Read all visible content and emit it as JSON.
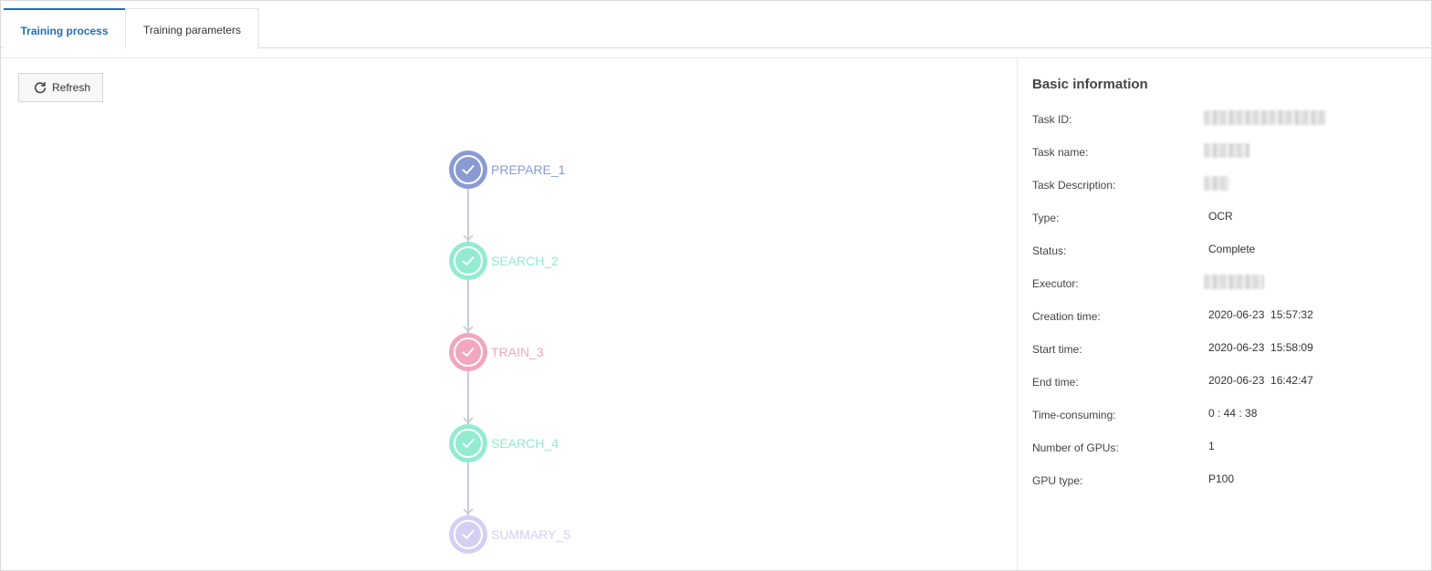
{
  "tabs": [
    {
      "label": "Training process",
      "active": true
    },
    {
      "label": "Training parameters",
      "active": false
    }
  ],
  "toolbar": {
    "refresh_label": "Refresh"
  },
  "pipeline": {
    "nodes": [
      {
        "label": "PREPARE_1",
        "color": "#8a9bd4",
        "status": "complete"
      },
      {
        "label": "SEARCH_2",
        "color": "#93ebd0",
        "status": "complete"
      },
      {
        "label": "TRAIN_3",
        "color": "#f2a6c0",
        "status": "complete"
      },
      {
        "label": "SEARCH_4",
        "color": "#93ebd0",
        "status": "complete"
      },
      {
        "label": "SUMMARY_5",
        "color": "#d6cff4",
        "status": "complete"
      }
    ]
  },
  "basic_info": {
    "title": "Basic information",
    "rows": [
      {
        "label": "Task ID:",
        "value": "",
        "redacted": true
      },
      {
        "label": "Task name:",
        "value": "",
        "redacted": true
      },
      {
        "label": "Task Description:",
        "value": "",
        "redacted": true
      },
      {
        "label": "Type:",
        "value": "OCR"
      },
      {
        "label": "Status:",
        "value": "Complete"
      },
      {
        "label": "Executor:",
        "value": "",
        "redacted": true
      },
      {
        "label": "Creation time:",
        "value": "2020-06-23  15:57:32"
      },
      {
        "label": "Start time:",
        "value": "2020-06-23  15:58:09"
      },
      {
        "label": "End time:",
        "value": "2020-06-23  16:42:47"
      },
      {
        "label": "Time-consuming:",
        "value": "0 : 44 : 38"
      },
      {
        "label": "Number of GPUs:",
        "value": "1"
      },
      {
        "label": "GPU type:",
        "value": "P100"
      }
    ]
  },
  "colors": {
    "accent": "#1f6fb8",
    "connector": "#c7cad8"
  }
}
